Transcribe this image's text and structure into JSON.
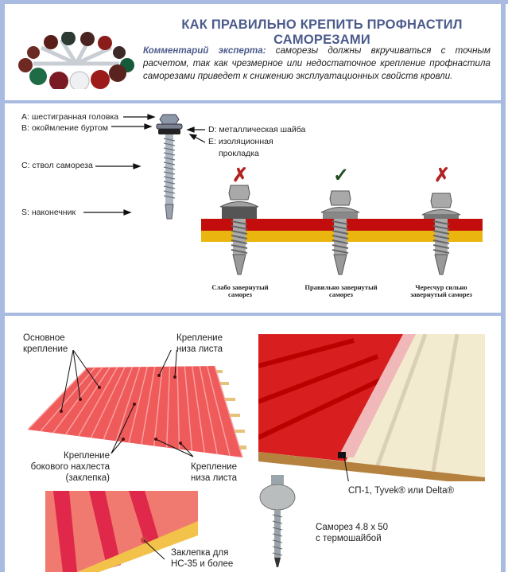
{
  "header": {
    "title": "КАК ПРАВИЛЬНО КРЕПИТЬ ПРОФНАСТИЛ САМОРЕЗАМИ",
    "comment_label": "Комментарий эксперта:",
    "comment_text": " саморезы должны вкручиваться с точным расчетом, так как чрезмерное или недостаточное крепление профнастила саморезами приведет к снижению эксплуатационных свойств кровли."
  },
  "anatomy": {
    "a": "A: шестигранная головка",
    "b": "B: окоймление буртом",
    "c": "C: ствол самореза",
    "s": "S: наконечник",
    "d": "D: металлическая шайба",
    "e1": "E: изоляционная",
    "e2": "прокладка"
  },
  "tightening": {
    "items": [
      {
        "mark": "✗",
        "caption1": "Слабо завернутый",
        "caption2": "саморез",
        "color": "#b22222"
      },
      {
        "mark": "✓",
        "caption1": "Правильно завернутый",
        "caption2": "саморез",
        "color": "#1f4d1f"
      },
      {
        "mark": "✗",
        "caption1": "Чересчур сильно",
        "caption2": "завернутый саморез",
        "color": "#b22222"
      }
    ]
  },
  "roof": {
    "main1": "Основное",
    "main2": "крепление",
    "bottom_top1": "Крепление",
    "bottom_top2": "низа листа",
    "side1": "Крепление",
    "side2": "бокового нахлеста",
    "side3": "(заклепка)",
    "bottom1": "Крепление",
    "bottom2": "низа листа",
    "rivet1": "Заклепка для",
    "rivet2": "НС-35 и более",
    "membrane": "СП-1, Tyvek® или Delta®",
    "screw1": "Саморез 4.8 х 50",
    "screw2": "с термошайбой"
  }
}
